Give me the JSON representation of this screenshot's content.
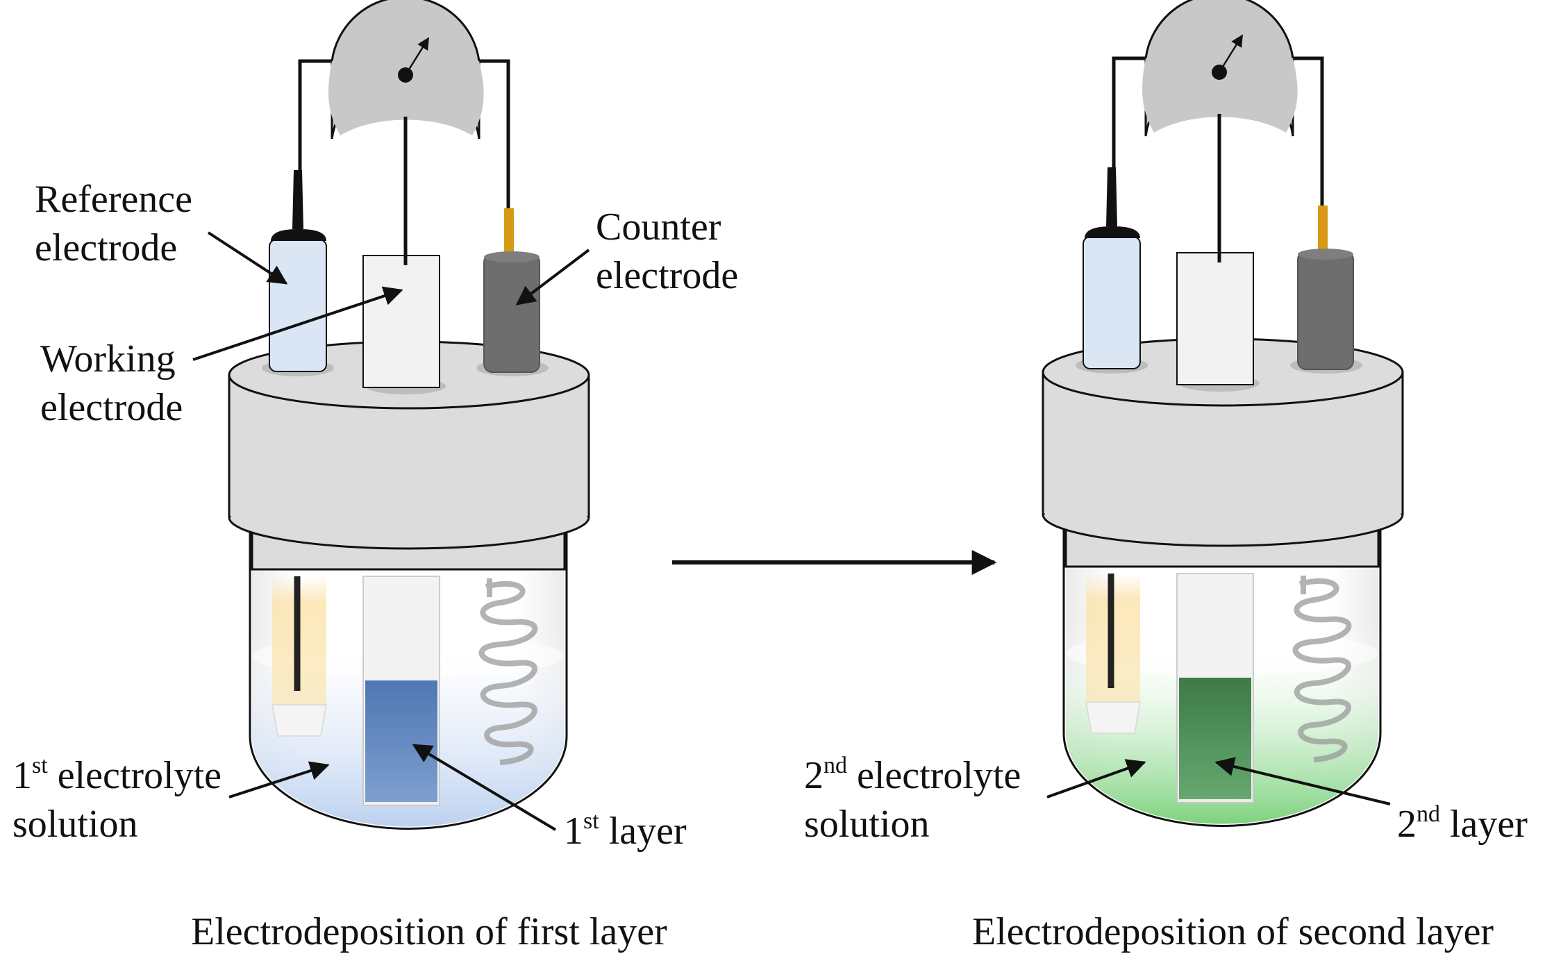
{
  "colors": {
    "stroke": "#111111",
    "cap_gray": "#dcdcdc",
    "meter_gray": "#c8c8c8",
    "reference_blue": "#dbe6f5",
    "counter_gray": "#6e6e6e",
    "wire_orange": "#d69a16",
    "layer1_blue": "#5f86bf",
    "layer2_green": "#4f8f5a",
    "solution1": "#c9daf2",
    "solution2": "#8fd98f"
  },
  "left": {
    "reference_label_1": "Reference",
    "reference_label_2": "electrode",
    "working_label_1": "Working",
    "working_label_2": "electrode",
    "counter_label_1": "Counter",
    "counter_label_2": "electrode",
    "electrolyte_num": "1",
    "electrolyte_sup": "st",
    "electrolyte_rest": " electrolyte",
    "electrolyte_line2": "solution",
    "layer_num": "1",
    "layer_sup": "st",
    "layer_rest": " layer",
    "caption": "Electrodeposition of first layer"
  },
  "right": {
    "electrolyte_num": "2",
    "electrolyte_sup": "nd",
    "electrolyte_rest": " electrolyte",
    "electrolyte_line2": "solution",
    "layer_num": "2",
    "layer_sup": "nd",
    "layer_rest": " layer",
    "caption": "Electrodeposition of second layer"
  }
}
